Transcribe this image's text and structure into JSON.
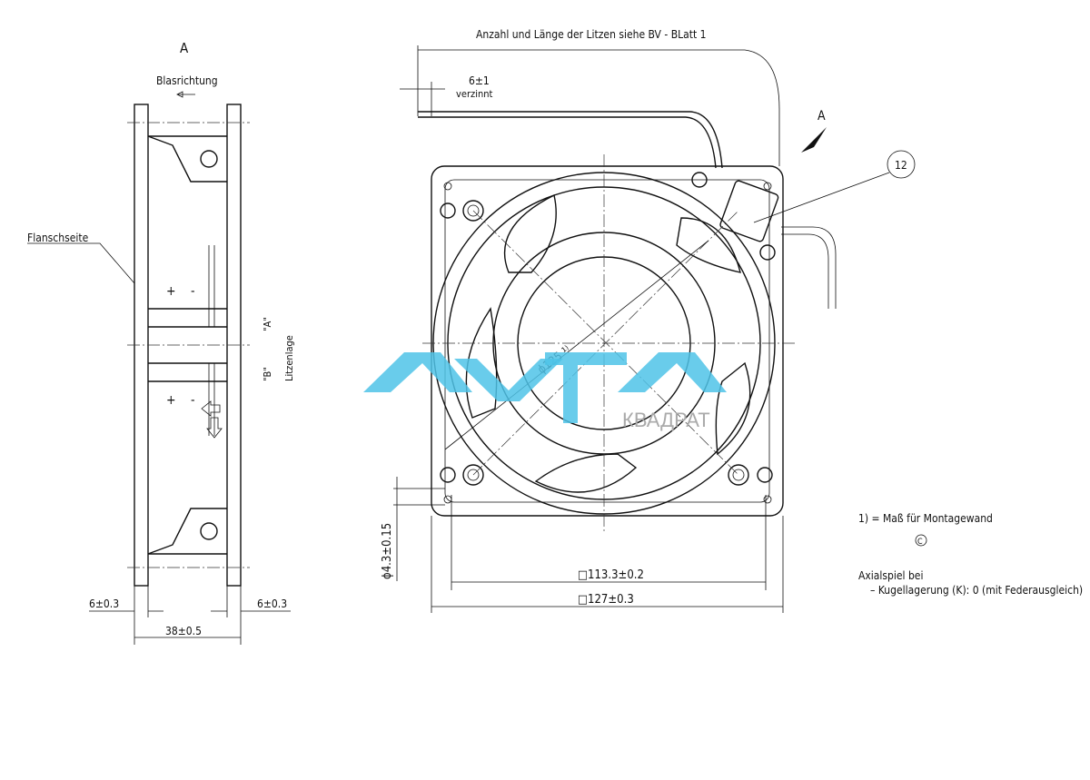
{
  "side_view": {
    "view_label": "A",
    "blow_direction": "Blasrichtung",
    "flange_side": "Flanschseite",
    "lead_position": "Litzenlage",
    "position_a": "\"A\"",
    "position_b": "\"B\"",
    "plus": "+",
    "minus": "-",
    "dim_flange_left": "6±0.3",
    "dim_flange_right": "6±0.3",
    "dim_depth": "38±0.5"
  },
  "front_view": {
    "leads_note": "Anzahl und Länge der Litzen siehe BV - BLatt 1",
    "dim_strip": "6±1",
    "strip_note": "verzinnt",
    "view_arrow": "A",
    "balloon": "12",
    "dim_diameter": "ϕ125 ¹⁾",
    "dim_hole": "ϕ4.3±0.15",
    "dim_hole_spacing": "□113.3±0.2",
    "dim_outer": "□127±0.3"
  },
  "notes": {
    "footnote": "1) = Maß für Montagewand",
    "c_mark": "C",
    "axial_title": "Axialspiel bei",
    "axial_item": "– Kugellagerung (K): 0 (mit Federausgleich)"
  },
  "watermark": {
    "brand": "AVTA",
    "sub": "КВАДРАТ",
    "color": "#4fc3e8"
  }
}
